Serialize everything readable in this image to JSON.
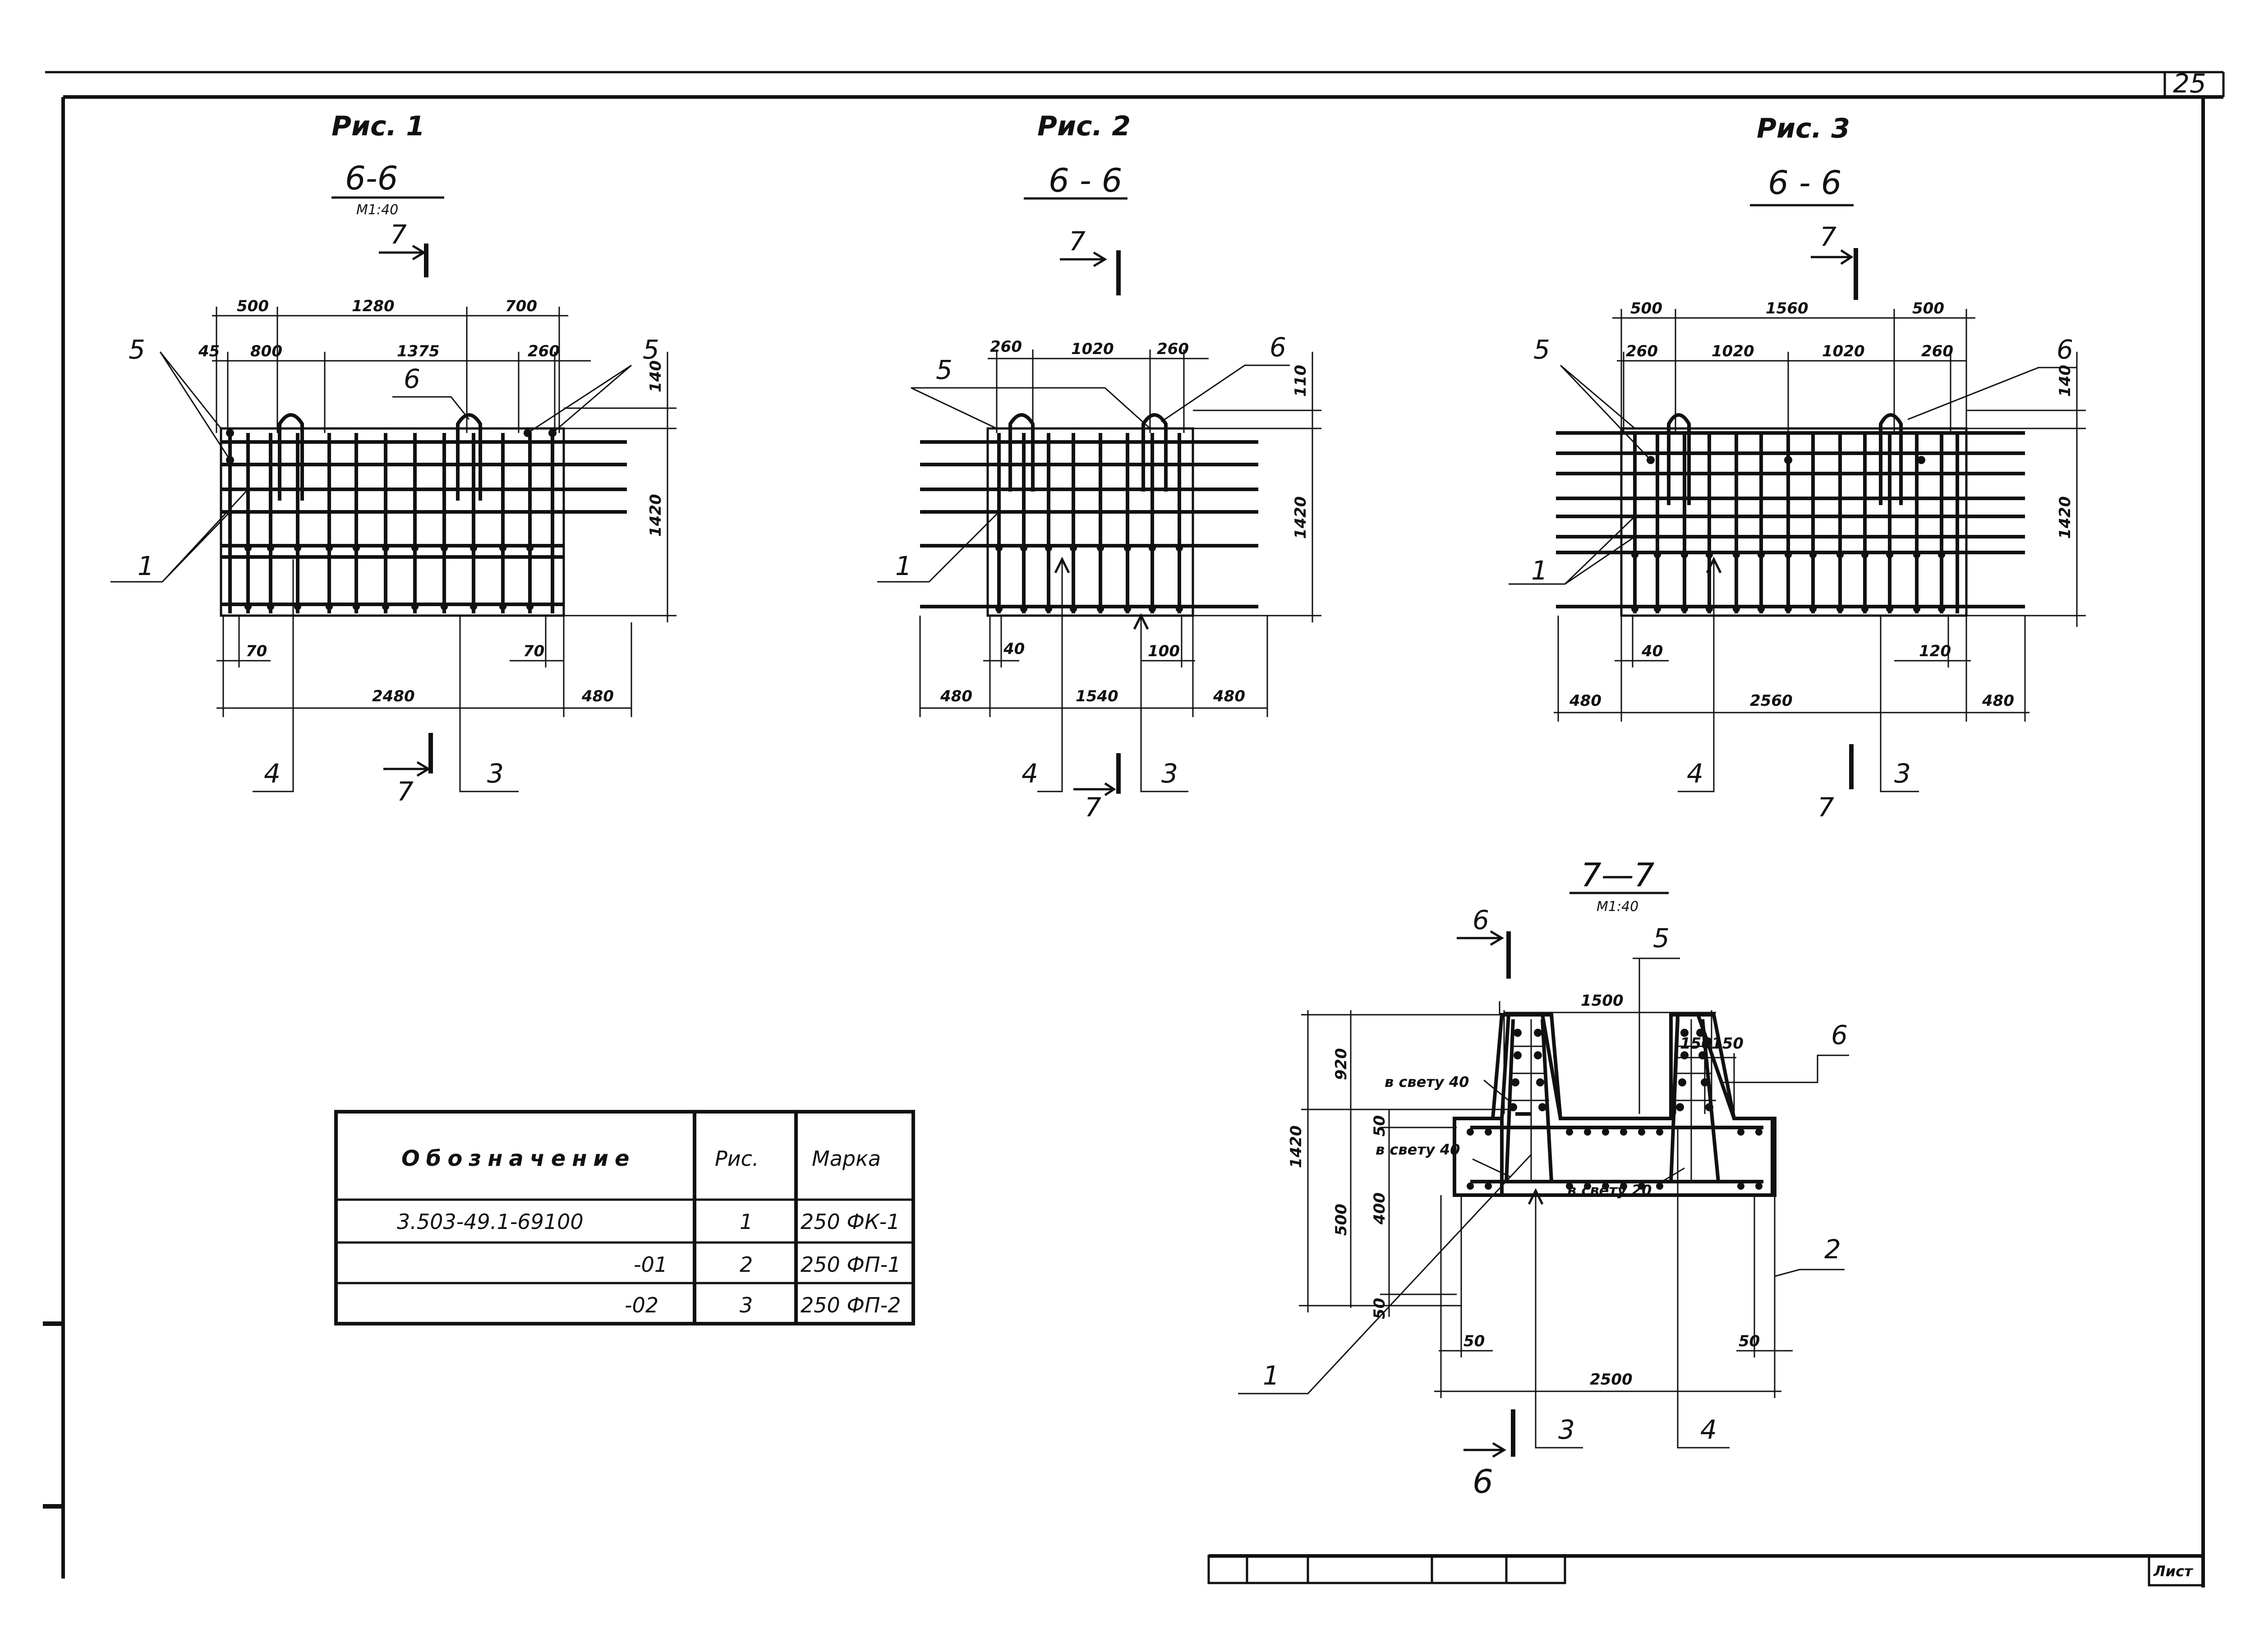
{
  "sheet": {
    "number": "25",
    "stamp_label": "Лист"
  },
  "fig1": {
    "title": "Рис. 1",
    "section": "6-6",
    "scale": "М1:40",
    "cut_top": "7",
    "cut_bottom": "7",
    "dims_top1": [
      "500",
      "1280",
      "700"
    ],
    "dims_top2": [
      "45",
      "800",
      "1375",
      "260"
    ],
    "dim_right_140": "140",
    "dim_right_1420": "1420",
    "dims_bottom1": [
      "70",
      "70"
    ],
    "dims_bottom2": [
      "2480",
      "480"
    ],
    "callouts": [
      "5",
      "6",
      "5",
      "1",
      "4",
      "3"
    ]
  },
  "fig2": {
    "title": "Рис. 2",
    "section": "6 - 6",
    "cut_top": "7",
    "cut_bottom": "7",
    "dims_top": [
      "260",
      "1020",
      "260"
    ],
    "dim_right_110": "110",
    "dim_right_1420": "1420",
    "dims_bottom1": [
      "40",
      "100"
    ],
    "dims_bottom2": [
      "480",
      "1540",
      "480"
    ],
    "callouts": [
      "5",
      "6",
      "1",
      "4",
      "3"
    ]
  },
  "fig3": {
    "title": "Рис. 3",
    "section": "6 - 6",
    "cut_top": "7",
    "cut_bottom": "7",
    "dims_top1": [
      "500",
      "1560",
      "500"
    ],
    "dims_top2": [
      "260",
      "1020",
      "1020",
      "260"
    ],
    "dim_right_140": "140",
    "dim_right_1420": "1420",
    "dims_bottom1": [
      "40",
      "120"
    ],
    "dims_bottom2": [
      "480",
      "2560",
      "480"
    ],
    "callouts": [
      "5",
      "6",
      "1",
      "4",
      "3"
    ]
  },
  "section77": {
    "section": "7—7",
    "scale": "М1:40",
    "cut_label": "6",
    "dims": {
      "top": "1500",
      "w150a": "150",
      "w150b": "150",
      "h1420": "1420",
      "h920": "920",
      "h50a": "50",
      "h500": "500",
      "h400": "400",
      "h50b": "50",
      "b50a": "50",
      "b50b": "50",
      "b2500": "2500"
    },
    "notes": [
      "в свету 40",
      "в свету 40",
      "в свету 20"
    ],
    "callouts": [
      "5",
      "6",
      "2",
      "1",
      "3",
      "4"
    ]
  },
  "table": {
    "headers": [
      "Обозначение",
      "Рис.",
      "Марка"
    ],
    "rows": [
      [
        "3.503-49.1-69100",
        "1",
        "250 ФК-1"
      ],
      [
        "-01",
        "2",
        "250 ФП-1"
      ],
      [
        "-02",
        "3",
        "250 ФП-2"
      ]
    ]
  }
}
